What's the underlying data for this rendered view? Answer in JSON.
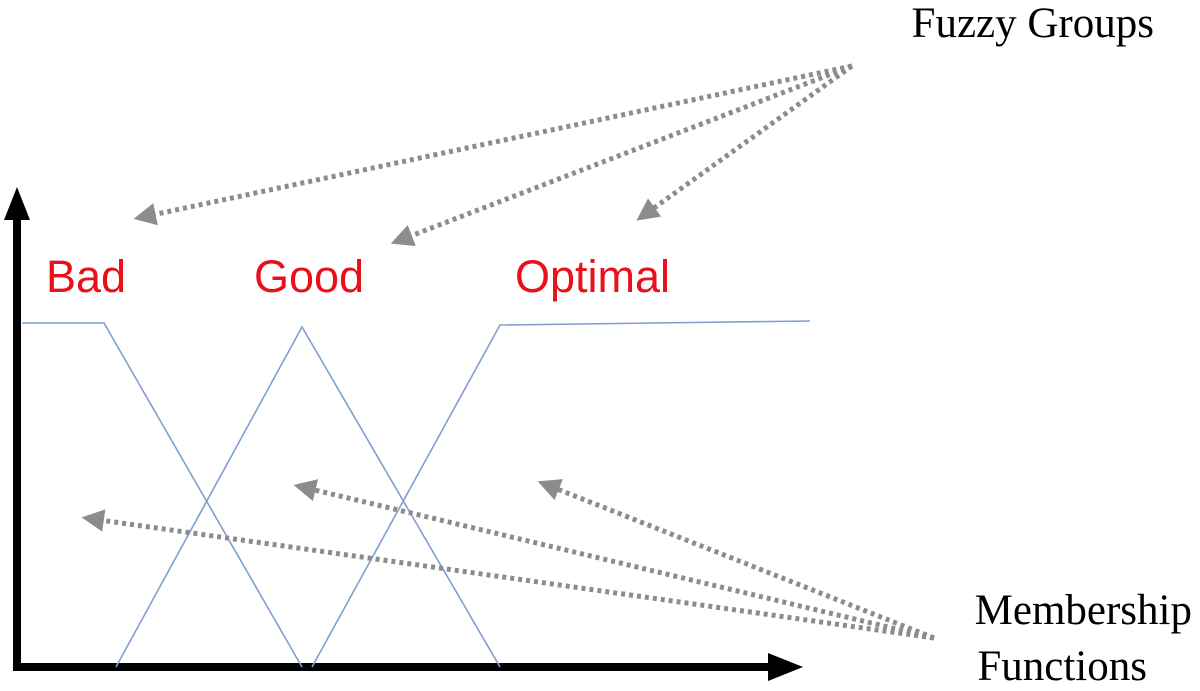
{
  "colors": {
    "axis": "#000000",
    "membership_line": "#7f9fd0",
    "group_label": "#e8101a",
    "pointer_arrow": "#8c8c8c",
    "annotation_text": "#000000"
  },
  "fuzzy_groups": [
    {
      "id": "bad",
      "label": "Bad"
    },
    {
      "id": "good",
      "label": "Good"
    },
    {
      "id": "optimal",
      "label": "Optimal"
    }
  ],
  "annotations": {
    "top": {
      "text": "Fuzzy Groups"
    },
    "bottom": {
      "line1": "Membership",
      "line2": "Functions"
    }
  },
  "icons": {
    "arrowheads": "triangle-arrowhead",
    "pointers": "dotted-arrow"
  }
}
